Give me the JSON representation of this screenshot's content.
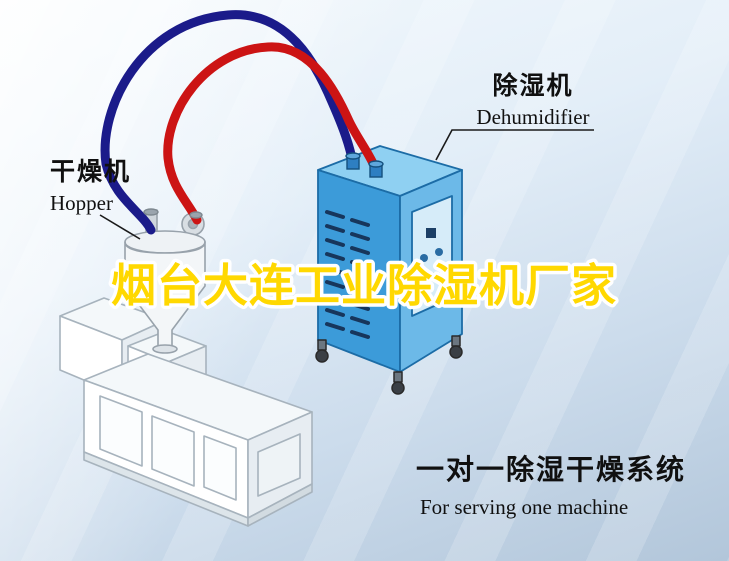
{
  "labels": {
    "dryer_zh": "干燥机",
    "dryer_en": "Hopper",
    "dehumidifier_zh": "除湿机",
    "dehumidifier_en": "Dehumidifier"
  },
  "title": {
    "text": "烟台大连工业除湿机厂家",
    "fill": "#ffd800",
    "outline": "#ffffff"
  },
  "caption": {
    "zh": "一对一除湿干燥系统",
    "en": "For serving one machine"
  },
  "diagram": {
    "supply_pipe_color": "#1b1b8a",
    "return_pipe_color": "#cc1414",
    "dehumidifier_front_color": "#3c9bd9",
    "dehumidifier_top_color": "#8fd0f2",
    "dehumidifier_side_color": "#6cb9e8",
    "machine_line_color": "#a7b3bd"
  }
}
